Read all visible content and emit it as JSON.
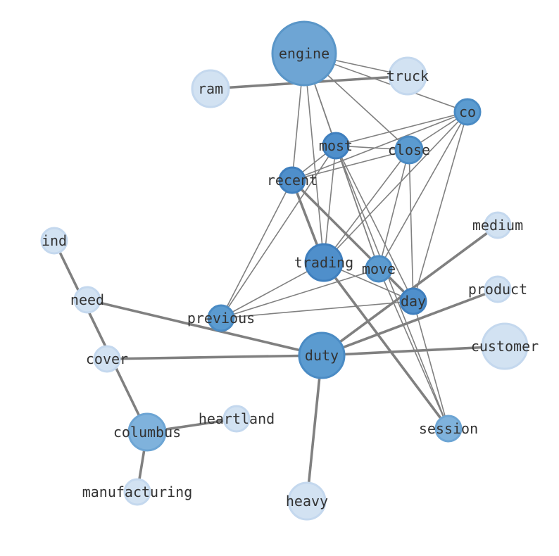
{
  "nodes": [
    {
      "id": "engine",
      "label": "engine",
      "color": "#6ea5d4",
      "stroke": "#5a96c8"
    },
    {
      "id": "truck",
      "label": "truck",
      "color": "#d2e2f2",
      "stroke": "#c4d8ee"
    },
    {
      "id": "ram",
      "label": "ram",
      "color": "#d2e2f2",
      "stroke": "#c4d8ee"
    },
    {
      "id": "co",
      "label": "co",
      "color": "#5b9bd0",
      "stroke": "#4a8bc4"
    },
    {
      "id": "most",
      "label": "most",
      "color": "#4f8fcb",
      "stroke": "#3f7fbe"
    },
    {
      "id": "close",
      "label": "close",
      "color": "#5b9bd0",
      "stroke": "#4a8bc4"
    },
    {
      "id": "recent",
      "label": "recent",
      "color": "#4f8fcb",
      "stroke": "#3f7fbe"
    },
    {
      "id": "medium",
      "label": "medium",
      "color": "#d2e2f2",
      "stroke": "#c4d8ee"
    },
    {
      "id": "ind",
      "label": "ind",
      "color": "#d2e2f2",
      "stroke": "#c4d8ee"
    },
    {
      "id": "trading",
      "label": "trading",
      "color": "#4f8fcb",
      "stroke": "#3f7fbe"
    },
    {
      "id": "move",
      "label": "move",
      "color": "#5b9bd0",
      "stroke": "#4a8bc4"
    },
    {
      "id": "product",
      "label": "product",
      "color": "#d2e2f2",
      "stroke": "#c4d8ee"
    },
    {
      "id": "day",
      "label": "day",
      "color": "#4f8fcb",
      "stroke": "#3f7fbe"
    },
    {
      "id": "need",
      "label": "need",
      "color": "#d2e2f2",
      "stroke": "#c4d8ee"
    },
    {
      "id": "previous",
      "label": "previous",
      "color": "#5b9bd0",
      "stroke": "#4a8bc4"
    },
    {
      "id": "customer",
      "label": "customer",
      "color": "#d2e2f2",
      "stroke": "#c4d8ee"
    },
    {
      "id": "duty",
      "label": "duty",
      "color": "#5b9bd0",
      "stroke": "#4a8bc4"
    },
    {
      "id": "cover",
      "label": "cover",
      "color": "#d2e2f2",
      "stroke": "#c4d8ee"
    },
    {
      "id": "heartland",
      "label": "heartland",
      "color": "#d2e2f2",
      "stroke": "#c4d8ee"
    },
    {
      "id": "columbus",
      "label": "columbus",
      "color": "#7fb2dc",
      "stroke": "#6da5d4"
    },
    {
      "id": "session",
      "label": "session",
      "color": "#7fb2dc",
      "stroke": "#6da5d4"
    },
    {
      "id": "manufacturing",
      "label": "manufacturing",
      "color": "#d2e2f2",
      "stroke": "#c4d8ee"
    },
    {
      "id": "heavy",
      "label": "heavy",
      "color": "#d2e2f2",
      "stroke": "#c4d8ee"
    }
  ],
  "edges": [
    {
      "source": "ram",
      "target": "truck",
      "weight": "strong"
    },
    {
      "source": "engine",
      "target": "truck",
      "weight": "weak"
    },
    {
      "source": "engine",
      "target": "co",
      "weight": "weak"
    },
    {
      "source": "engine",
      "target": "most",
      "weight": "weak"
    },
    {
      "source": "engine",
      "target": "close",
      "weight": "weak"
    },
    {
      "source": "engine",
      "target": "recent",
      "weight": "weak"
    },
    {
      "source": "engine",
      "target": "trading",
      "weight": "weak"
    },
    {
      "source": "engine",
      "target": "move",
      "weight": "weak"
    },
    {
      "source": "co",
      "target": "most",
      "weight": "weak"
    },
    {
      "source": "co",
      "target": "close",
      "weight": "weak"
    },
    {
      "source": "co",
      "target": "recent",
      "weight": "weak"
    },
    {
      "source": "co",
      "target": "trading",
      "weight": "weak"
    },
    {
      "source": "co",
      "target": "day",
      "weight": "weak"
    },
    {
      "source": "co",
      "target": "move",
      "weight": "weak"
    },
    {
      "source": "most",
      "target": "close",
      "weight": "weak"
    },
    {
      "source": "most",
      "target": "recent",
      "weight": "weak"
    },
    {
      "source": "most",
      "target": "trading",
      "weight": "weak"
    },
    {
      "source": "most",
      "target": "move",
      "weight": "weak"
    },
    {
      "source": "most",
      "target": "day",
      "weight": "weak"
    },
    {
      "source": "most",
      "target": "previous",
      "weight": "weak"
    },
    {
      "source": "most",
      "target": "session",
      "weight": "weak"
    },
    {
      "source": "close",
      "target": "recent",
      "weight": "weak"
    },
    {
      "source": "close",
      "target": "trading",
      "weight": "weak"
    },
    {
      "source": "close",
      "target": "move",
      "weight": "weak"
    },
    {
      "source": "close",
      "target": "day",
      "weight": "weak"
    },
    {
      "source": "recent",
      "target": "trading",
      "weight": "strong"
    },
    {
      "source": "recent",
      "target": "previous",
      "weight": "weak"
    },
    {
      "source": "recent",
      "target": "day",
      "weight": "strong"
    },
    {
      "source": "trading",
      "target": "session",
      "weight": "strong"
    },
    {
      "source": "trading",
      "target": "previous",
      "weight": "weak"
    },
    {
      "source": "trading",
      "target": "day",
      "weight": "weak"
    },
    {
      "source": "move",
      "target": "previous",
      "weight": "weak"
    },
    {
      "source": "previous",
      "target": "day",
      "weight": "weak"
    },
    {
      "source": "day",
      "target": "session",
      "weight": "weak"
    },
    {
      "source": "move",
      "target": "session",
      "weight": "weak"
    },
    {
      "source": "medium",
      "target": "duty",
      "weight": "strong"
    },
    {
      "source": "product",
      "target": "duty",
      "weight": "strong"
    },
    {
      "source": "customer",
      "target": "duty",
      "weight": "strong"
    },
    {
      "source": "need",
      "target": "duty",
      "weight": "strong"
    },
    {
      "source": "cover",
      "target": "duty",
      "weight": "strong"
    },
    {
      "source": "duty",
      "target": "heavy",
      "weight": "strong"
    },
    {
      "source": "ind",
      "target": "columbus",
      "weight": "strong"
    },
    {
      "source": "columbus",
      "target": "heartland",
      "weight": "strong"
    },
    {
      "source": "columbus",
      "target": "manufacturing",
      "weight": "strong"
    }
  ]
}
